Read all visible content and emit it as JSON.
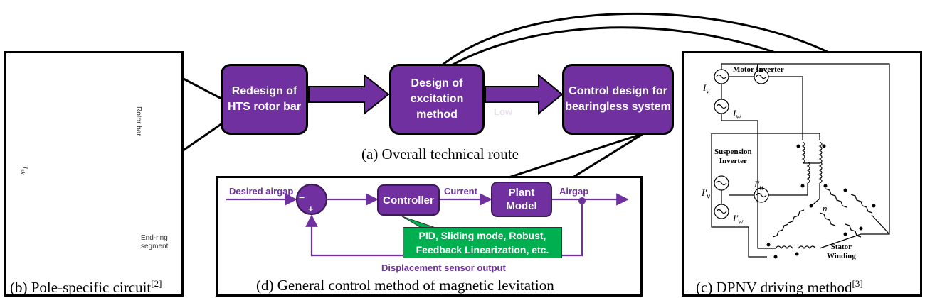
{
  "route": {
    "box1": [
      "Redesign of",
      "HTS rotor bar"
    ],
    "box2": [
      "Design of",
      "excitation",
      "method"
    ],
    "box3": [
      "Control design for",
      "bearingless system"
    ],
    "faint_text": "Low",
    "caption": "(a) Overall technical route"
  },
  "pole": {
    "caption": "(b) Pole-specific circuit",
    "ref": "[2]",
    "rotor_bar": "Rotor bar",
    "end_ring": [
      "End-ring",
      "segment"
    ],
    "current": "I",
    "current_sub": "sk"
  },
  "dpnv": {
    "caption": "(c) DPNV driving method",
    "ref": "[3]",
    "motor_inverter": "Motor Inverter",
    "suspension_inverter": [
      "Suspension",
      "Inverter"
    ],
    "stator_winding": [
      "Stator",
      "Winding"
    ],
    "iv": "I",
    "iv_sub": "v",
    "iu": "I",
    "iu_sub": "u",
    "iw": "I",
    "iw_sub": "w",
    "iv2": "I′",
    "iv2_sub": "v",
    "iu2": "I′",
    "iu2_sub": "u",
    "iw2": "I′",
    "iw2_sub": "w",
    "n": "n"
  },
  "control": {
    "caption": "(d) General control method of magnetic levitation",
    "desired_airgap": "Desired airgap",
    "controller": "Controller",
    "current": "Current",
    "plant": [
      "Plant",
      "Model"
    ],
    "airgap": "Airgap",
    "feedback": "Displacement sensor output",
    "minus": "−",
    "plus": "+",
    "note": [
      "PID, Sliding mode, Robust,",
      "Feedback Linearization, etc."
    ]
  },
  "colors": {
    "accent": "#7030a0",
    "note": "#00b050",
    "line": "#000000"
  }
}
